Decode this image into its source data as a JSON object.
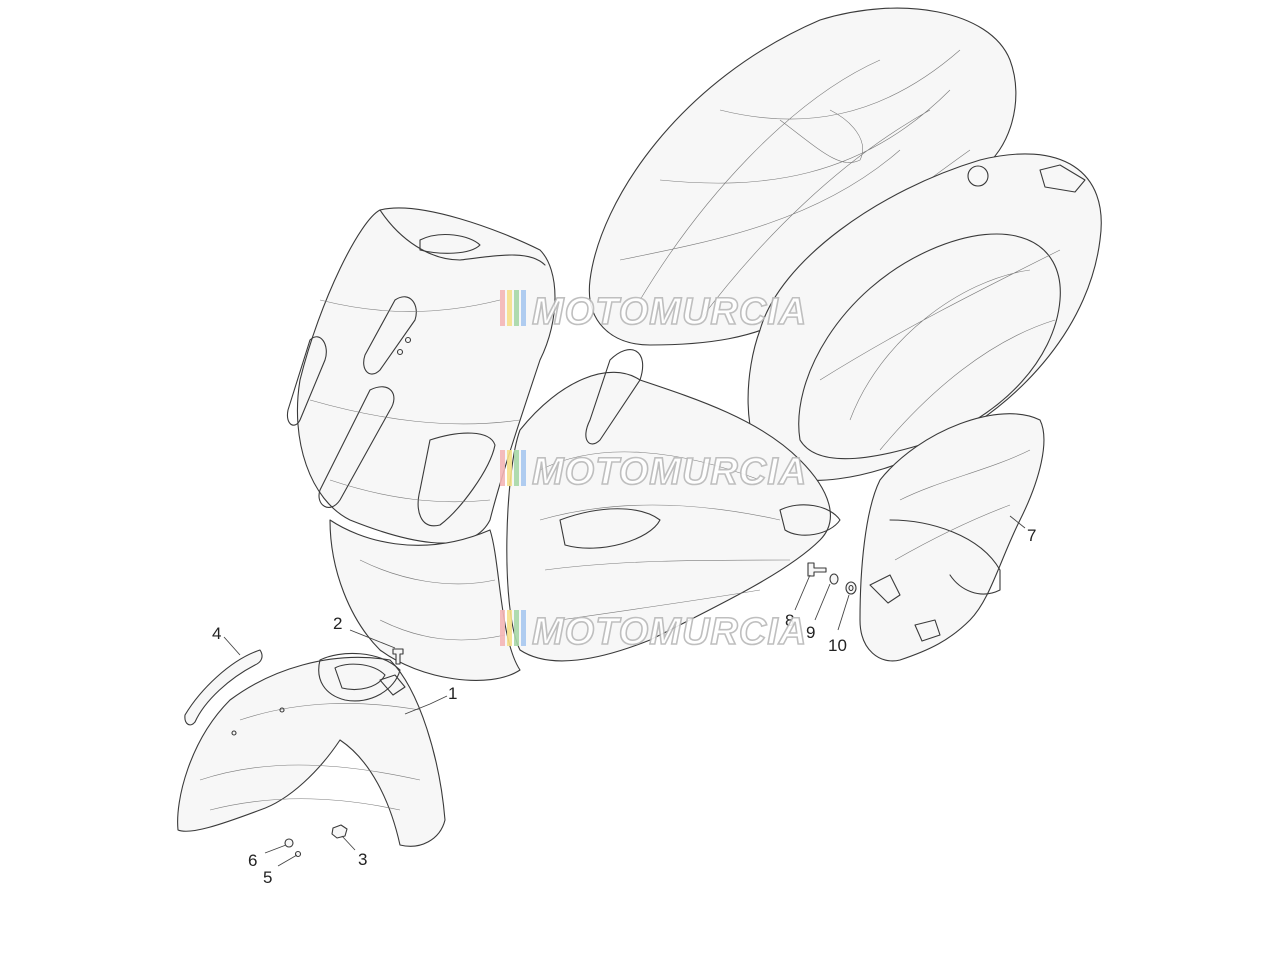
{
  "diagram": {
    "callouts": [
      {
        "id": "1",
        "label": "1"
      },
      {
        "id": "2",
        "label": "2"
      },
      {
        "id": "3",
        "label": "3"
      },
      {
        "id": "4",
        "label": "4"
      },
      {
        "id": "5",
        "label": "5"
      },
      {
        "id": "6",
        "label": "6"
      },
      {
        "id": "7",
        "label": "7"
      },
      {
        "id": "8",
        "label": "8"
      },
      {
        "id": "9",
        "label": "9"
      },
      {
        "id": "10",
        "label": "10"
      }
    ],
    "watermark": {
      "text": "MOTOMURCIA",
      "colors": [
        "#f4b6b6",
        "#f6e08a",
        "#a8d8a8",
        "#a8c8f0"
      ]
    }
  }
}
